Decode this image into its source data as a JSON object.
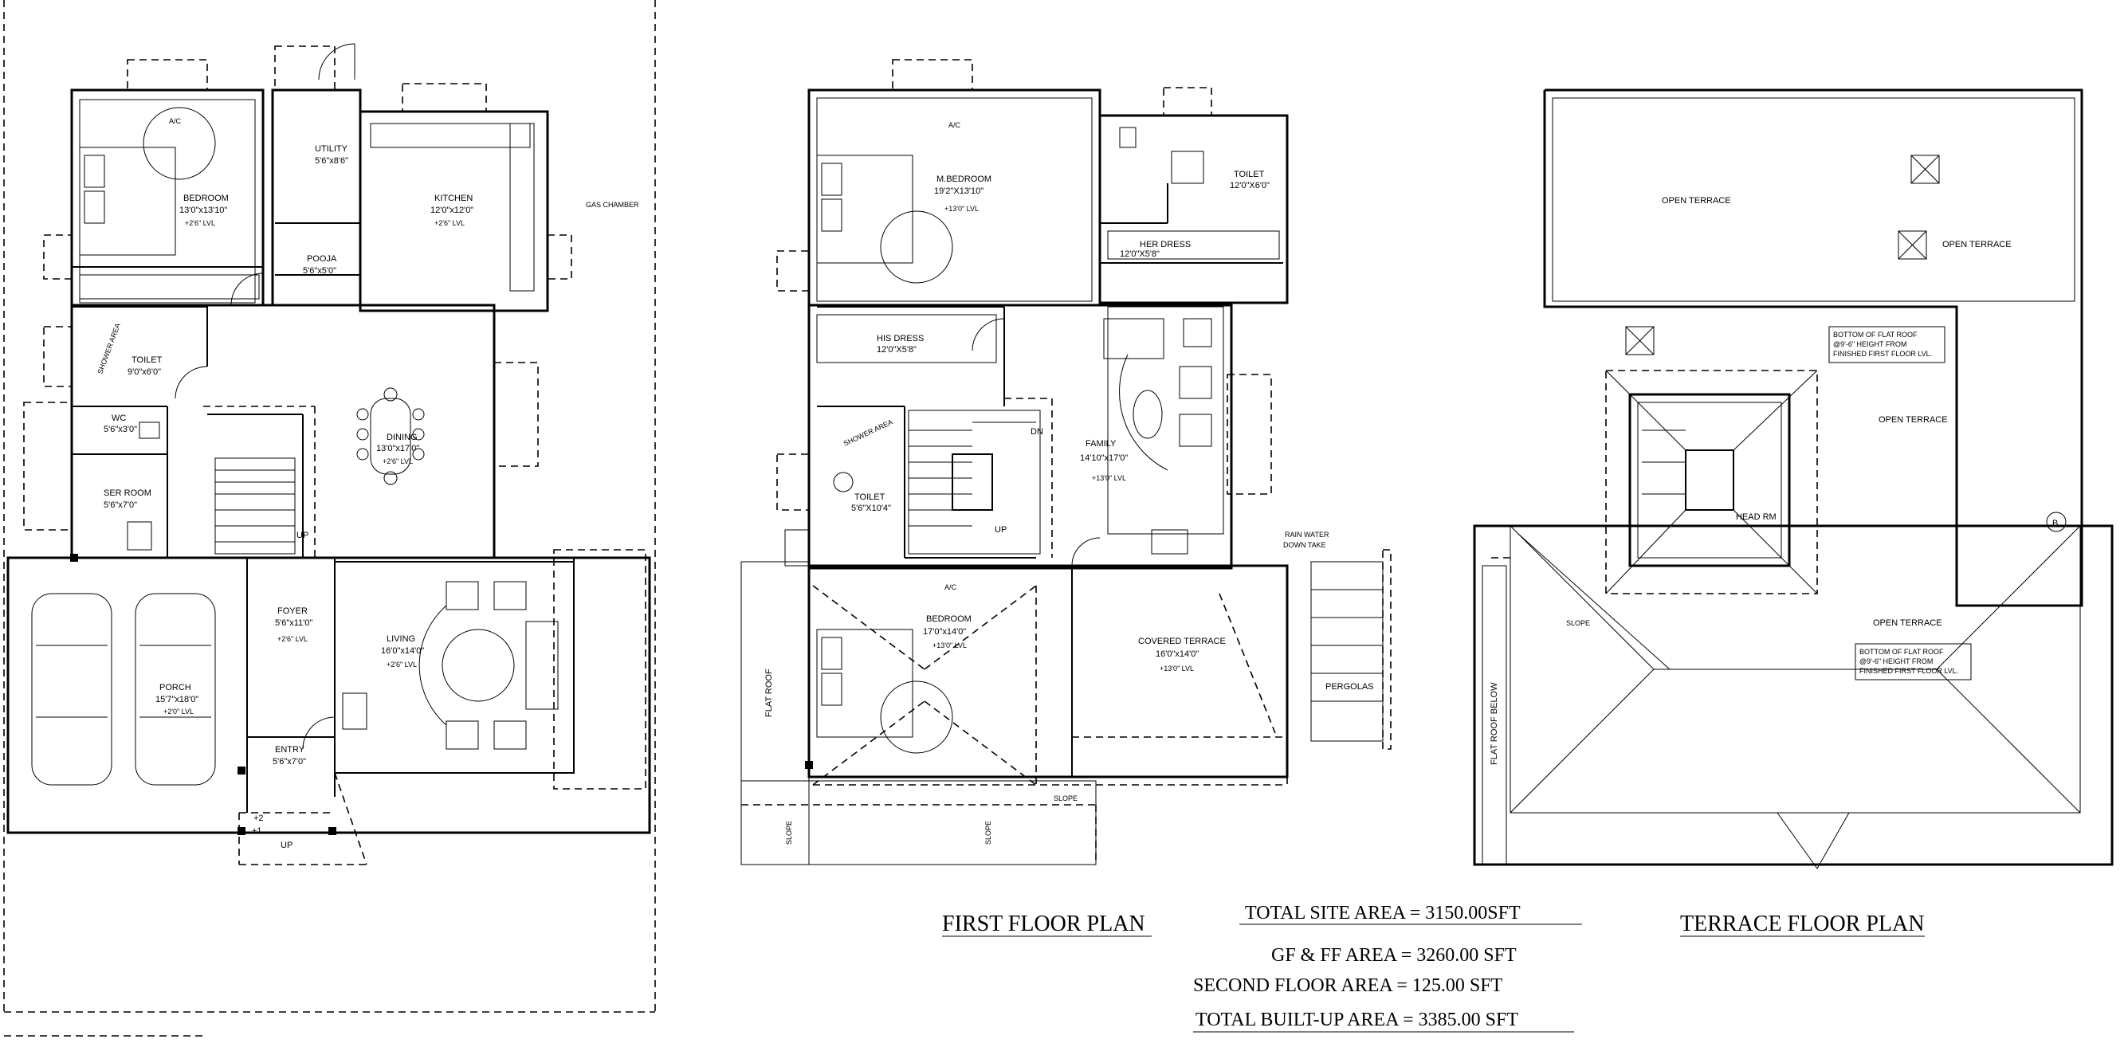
{
  "ground_floor": {
    "rooms": {
      "bedroom": {
        "name": "BEDROOM",
        "size": "13'0\"x13'10\"",
        "level": "+2'6\" LVL"
      },
      "ac": "A/C",
      "utility": {
        "name": "UTILITY",
        "size": "5'6\"x8'6\""
      },
      "kitchen": {
        "name": "KITCHEN",
        "size": "12'0\"x12'0\"",
        "level": "+2'6\" LVL"
      },
      "gas_chamber": "GAS CHAMBER",
      "pooja": {
        "name": "POOJA",
        "size": "5'6\"x5'0\""
      },
      "toilet": {
        "name": "TOILET",
        "size": "9'0\"x6'0\""
      },
      "shower_area": "SHOWER AREA",
      "wc": {
        "name": "WC",
        "size": "5'6\"x3'0\""
      },
      "ser_room": {
        "name": "SER ROOM",
        "size": "5'6\"x7'0\""
      },
      "dining": {
        "name": "DINING",
        "size": "13'0\"x17'0\"",
        "level": "+2'6\" LVL"
      },
      "up": "UP",
      "porch": {
        "name": "PORCH",
        "size": "15'7\"x18'0\"",
        "level": "+2'0\" LVL"
      },
      "foyer": {
        "name": "FOYER",
        "size": "5'6\"x11'0\"",
        "level": "+2'6\" LVL"
      },
      "entry": {
        "name": "ENTRY",
        "size": "5'6\"x7'0\""
      },
      "living": {
        "name": "LIVING",
        "size": "16'0\"x14'0\"",
        "level": "+2'6\" LVL"
      },
      "step_2": "+2",
      "step_1": "+1",
      "up_steps": "UP"
    }
  },
  "first_floor": {
    "title": "FIRST FLOOR PLAN",
    "rooms": {
      "m_bedroom": {
        "name": "M.BEDROOM",
        "size": "19'2\"X13'10\"",
        "level": "+13'0\" LVL"
      },
      "ac": "A/C",
      "toilet_top": {
        "name": "TOILET",
        "size": "12'0\"X6'0\""
      },
      "her_dress": {
        "name": "HER DRESS",
        "size": "12'0\"X5'8\""
      },
      "his_dress": {
        "name": "HIS DRESS",
        "size": "12'0\"X5'8\""
      },
      "family": {
        "name": "FAMILY",
        "size": "14'10\"x17'0\"",
        "level": "+13'0\" LVL"
      },
      "shower_area": "SHOWER AREA",
      "toilet": {
        "name": "TOILET",
        "size": "5'6\"X10'4\""
      },
      "dn": "DN",
      "up": "UP",
      "bedroom": {
        "name": "BEDROOM",
        "size": "17'0\"x14'0\"",
        "level": "+13'0\" LVL"
      },
      "ac2": "A/C",
      "covered_terrace": {
        "name": "COVERED TERRACE",
        "size": "16'0\"x14'0\"",
        "level": "+13'0\" LVL"
      },
      "rain_water": "RAIN WATER",
      "down_take": "DOWN TAKE",
      "pergolas": "PERGOLAS",
      "flat_roof": "FLAT ROOF",
      "slope_a": "SLOPE",
      "slope_b": "SLOPE",
      "slope_c": "SLOPE"
    }
  },
  "terrace_floor": {
    "title": "TERRACE FLOOR PLAN",
    "labels": {
      "open_terrace_1": "OPEN TERRACE",
      "open_terrace_2": "OPEN TERRACE",
      "open_terrace_3": "OPEN TERRACE",
      "open_terrace_4": "OPEN TERRACE",
      "note_1a": "BOTTOM OF FLAT ROOF",
      "note_1b": "@9'-6\" HEIGHT FROM",
      "note_1c": "FINISHED FIRST FLOOR LVL.",
      "note_2a": "BOTTOM OF FLAT ROOF",
      "note_2b": "@9'-6\" HEIGHT FROM",
      "note_2c": "FINISHED FIRST FLOOR LVL.",
      "head_rm": "HEAD RM",
      "flat_roof_below": "FLAT ROOF BELOW",
      "marker_b": "B",
      "slope": "SLOPE"
    }
  },
  "areas": {
    "total_site_area": "TOTAL SITE AREA =  3150.00SFT",
    "gf_ff_area": "GF  & FF  AREA  =  3260.00 SFT",
    "second_floor_area": "SECOND FLOOR  AREA  =   125.00 SFT",
    "total_built_up_area": "TOTAL BUILT-UP AREA =  3385.00 SFT"
  }
}
